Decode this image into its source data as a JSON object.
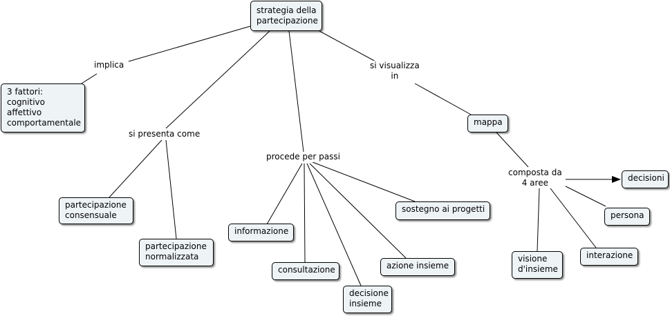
{
  "concepts": {
    "strategia": [
      "strategia della",
      "partecipazione"
    ],
    "fattori": [
      "3 fattori:",
      "cognitivo",
      "affettivo",
      "comportamentale"
    ],
    "consensuale": [
      "partecipazione",
      "consensuale"
    ],
    "normalizzata": [
      "partecipazione",
      "normalizzata"
    ],
    "informazione": "informazione",
    "consultazione": "consultazione",
    "decisione_insieme": [
      "decisione",
      "insieme"
    ],
    "azione_insieme": "azione insieme",
    "sostegno": "sostegno ai progetti",
    "mappa": "mappa",
    "decisioni": "decisioni",
    "persona": "persona",
    "interazione": "interazione",
    "visione": [
      "visione",
      "d'insieme"
    ]
  },
  "links": {
    "implica": "implica",
    "si_presenta_come": "si presenta come",
    "procede_per_passi": "procede per passi",
    "si_visualizza_in": [
      "si visualizza",
      "in"
    ],
    "composta_da": [
      "composta da",
      "4 aree"
    ]
  }
}
